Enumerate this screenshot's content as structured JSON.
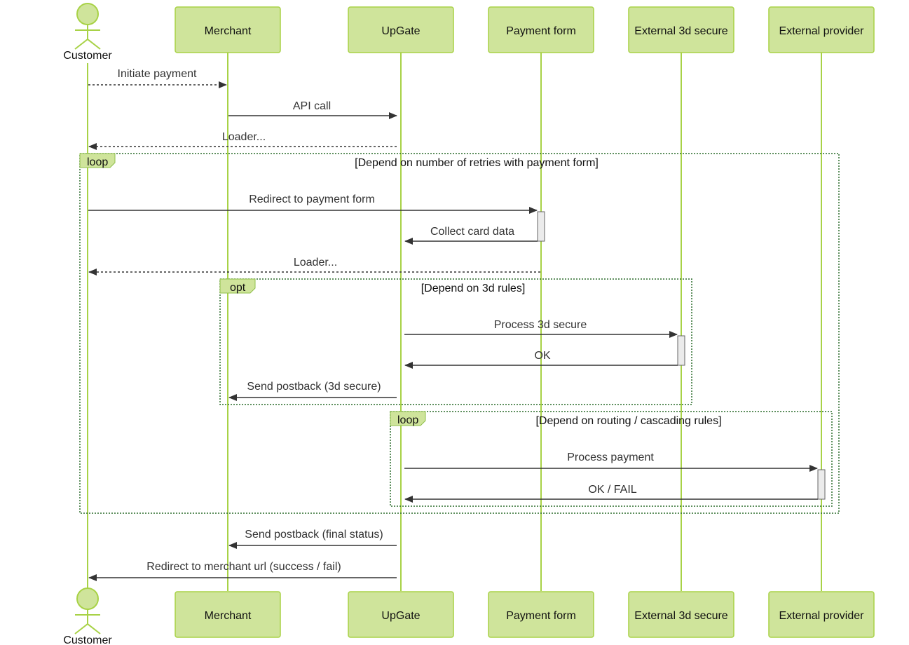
{
  "participants": [
    {
      "id": "customer",
      "label": "Customer",
      "kind": "actor"
    },
    {
      "id": "merchant",
      "label": "Merchant",
      "kind": "box"
    },
    {
      "id": "upgate",
      "label": "UpGate",
      "kind": "box"
    },
    {
      "id": "payment_form",
      "label": "Payment form",
      "kind": "box"
    },
    {
      "id": "ext3d",
      "label": "External 3d secure",
      "kind": "box"
    },
    {
      "id": "extprov",
      "label": "External provider",
      "kind": "box"
    }
  ],
  "messages": [
    {
      "from": "customer",
      "to": "merchant",
      "label": "Initiate payment",
      "style": "dashed"
    },
    {
      "from": "merchant",
      "to": "upgate",
      "label": "API call",
      "style": "solid"
    },
    {
      "from": "upgate",
      "to": "customer",
      "label": "Loader...",
      "style": "dashed"
    },
    {
      "from": "customer",
      "to": "payment_form",
      "label": "Redirect to payment form",
      "style": "solid"
    },
    {
      "from": "payment_form",
      "to": "upgate",
      "label": "Collect card data",
      "style": "solid"
    },
    {
      "from": "payment_form",
      "to": "customer",
      "label": "Loader...",
      "style": "dashed"
    },
    {
      "from": "upgate",
      "to": "ext3d",
      "label": "Process 3d secure",
      "style": "solid"
    },
    {
      "from": "ext3d",
      "to": "upgate",
      "label": "OK",
      "style": "solid"
    },
    {
      "from": "upgate",
      "to": "merchant",
      "label": "Send postback (3d secure)",
      "style": "solid"
    },
    {
      "from": "upgate",
      "to": "extprov",
      "label": "Process payment",
      "style": "solid"
    },
    {
      "from": "extprov",
      "to": "upgate",
      "label": "OK / FAIL",
      "style": "solid"
    },
    {
      "from": "upgate",
      "to": "merchant",
      "label": "Send postback (final status)",
      "style": "solid"
    },
    {
      "from": "upgate",
      "to": "customer",
      "label": "Redirect to merchant url (success / fail)",
      "style": "solid"
    }
  ],
  "fragments": [
    {
      "keyword": "loop",
      "condition": "[Depend on number of retries with payment form]"
    },
    {
      "keyword": "opt",
      "condition": "[Depend on 3d rules]"
    },
    {
      "keyword": "loop",
      "condition": "[Depend on routing / cascading rules]"
    }
  ],
  "colors": {
    "participant_fill": "#cfe49b",
    "participant_border": "#a8d246",
    "frame_border": "#2a6b2a",
    "arrow": "#333333"
  }
}
